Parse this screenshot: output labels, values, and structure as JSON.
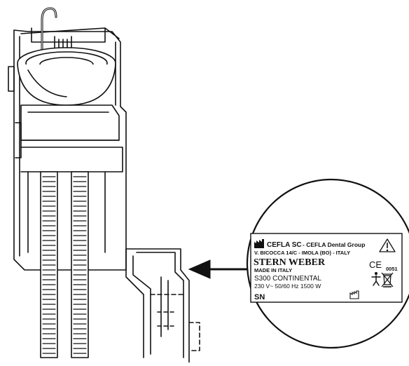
{
  "colors": {
    "line": "#111111",
    "paper": "#ffffff"
  },
  "label": {
    "manufacturer": "CEFLA SC",
    "group": "- CEFLA Dental Group",
    "address": "V. BICOCCA 14/C - IMOLA (BO) - ITALY",
    "brand": "STERN WEBER",
    "origin": "MADE IN ITALY",
    "model": "S300  CONTINENTAL",
    "rating": "230 V~  50/60 Hz  1500 W",
    "serial_label": "SN",
    "ce_mark": "CE",
    "notified_body": "0051"
  },
  "icons": {
    "manufacturer_icon": "factory-icon",
    "warning_icon": "warning-triangle-icon",
    "applied_part_icon": "type-b-person-icon",
    "weee_icon": "crossed-bin-icon",
    "date_icon": "manufacture-date-icon"
  }
}
